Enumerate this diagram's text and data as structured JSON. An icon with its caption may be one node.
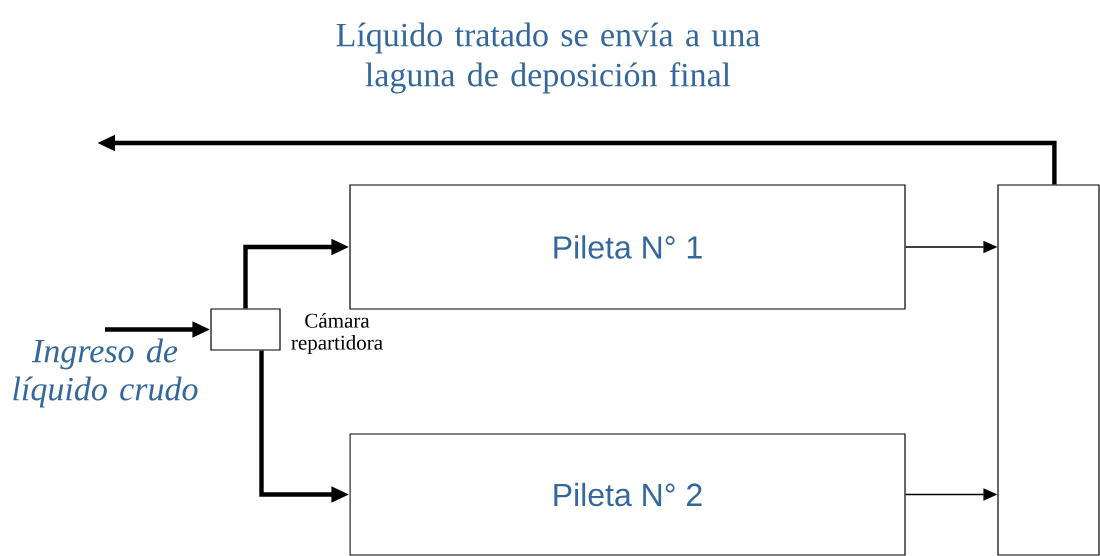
{
  "diagram": {
    "nodes": [
      {
        "text": [],
        "shape": "box",
        "beside": [
          "Cámara repartidora"
        ]
      },
      {
        "text": [
          "Pileta N° 1"
        ]
      },
      {
        "text": [
          "Pileta N° 2"
        ]
      },
      {
        "text": [],
        "shape": "box"
      },
      {
        "text": [
          "Ingreso de líquido crudo"
        ]
      }
    ],
    "edges": [
      {
        "from": 4,
        "to": 0,
        "arrow": "to"
      },
      {
        "from": 0,
        "to": 1,
        "arrow": "to"
      },
      {
        "from": 0,
        "to": 2,
        "arrow": "to"
      },
      {
        "from": 1,
        "to": 3,
        "arrow": "to"
      },
      {
        "from": 2,
        "to": 3,
        "arrow": "to"
      },
      {
        "from": 3,
        "to": null,
        "arrow": "to"
      }
    ],
    "labels": [
      "Líquido tratado se envía a una laguna de deposición final"
    ]
  }
}
